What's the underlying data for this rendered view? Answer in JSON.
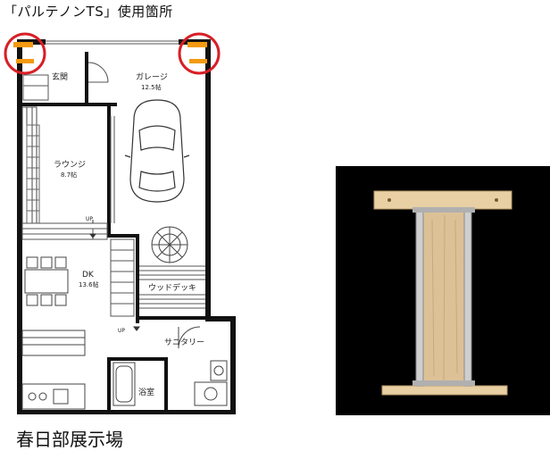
{
  "heading": "「パルテノンTS」使用箇所",
  "caption": "春日部展示場",
  "rooms": {
    "entrance": "玄関",
    "garage": "ガレージ",
    "garage_area": "12.5帖",
    "lounge": "ラウンジ",
    "lounge_area": "8.7帖",
    "dk": "DK",
    "dk_area": "13.6帖",
    "wood_deck": "ウッドデッキ",
    "sanitary": "サニタリー",
    "bathroom": "浴室",
    "up1": "UP",
    "up2": "UP"
  },
  "colors": {
    "highlight_circle": "#d81f26",
    "column_marker": "#f39a12",
    "wall": "#111111",
    "photo_bg": "#000000",
    "wood": "#e0c49a"
  }
}
